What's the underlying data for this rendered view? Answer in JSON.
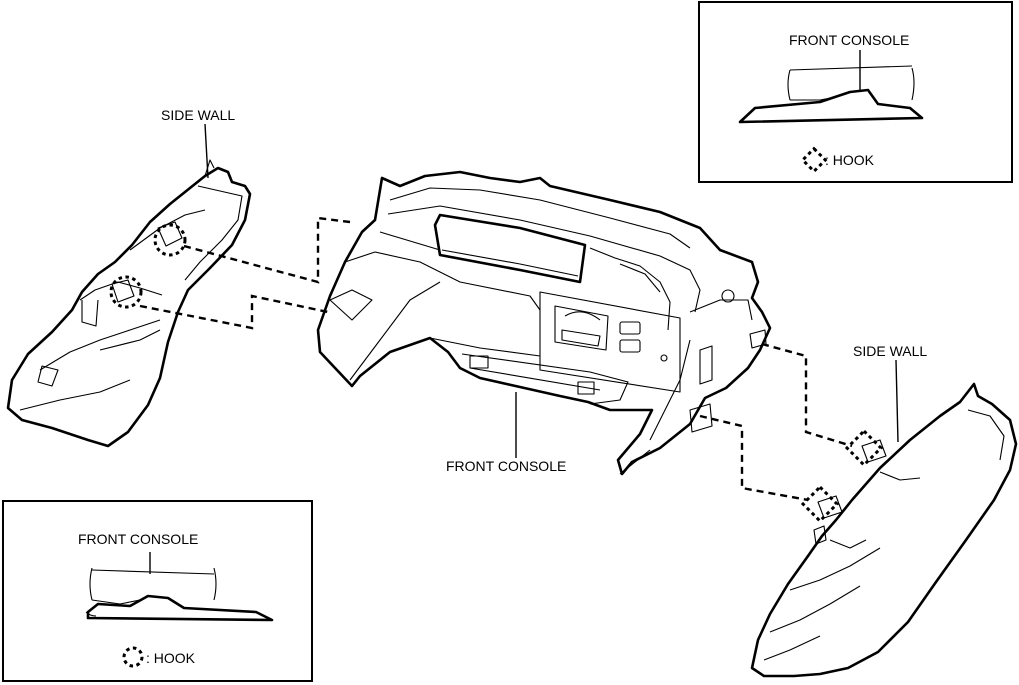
{
  "labels": {
    "side_wall_left": "SIDE WALL",
    "side_wall_right": "SIDE WALL",
    "front_console_main": "FRONT CONSOLE",
    "inset_top": {
      "title": "FRONT CONSOLE",
      "legend": ": HOOK"
    },
    "inset_bottom": {
      "title": "FRONT CONSOLE",
      "legend": ": HOOK"
    }
  }
}
